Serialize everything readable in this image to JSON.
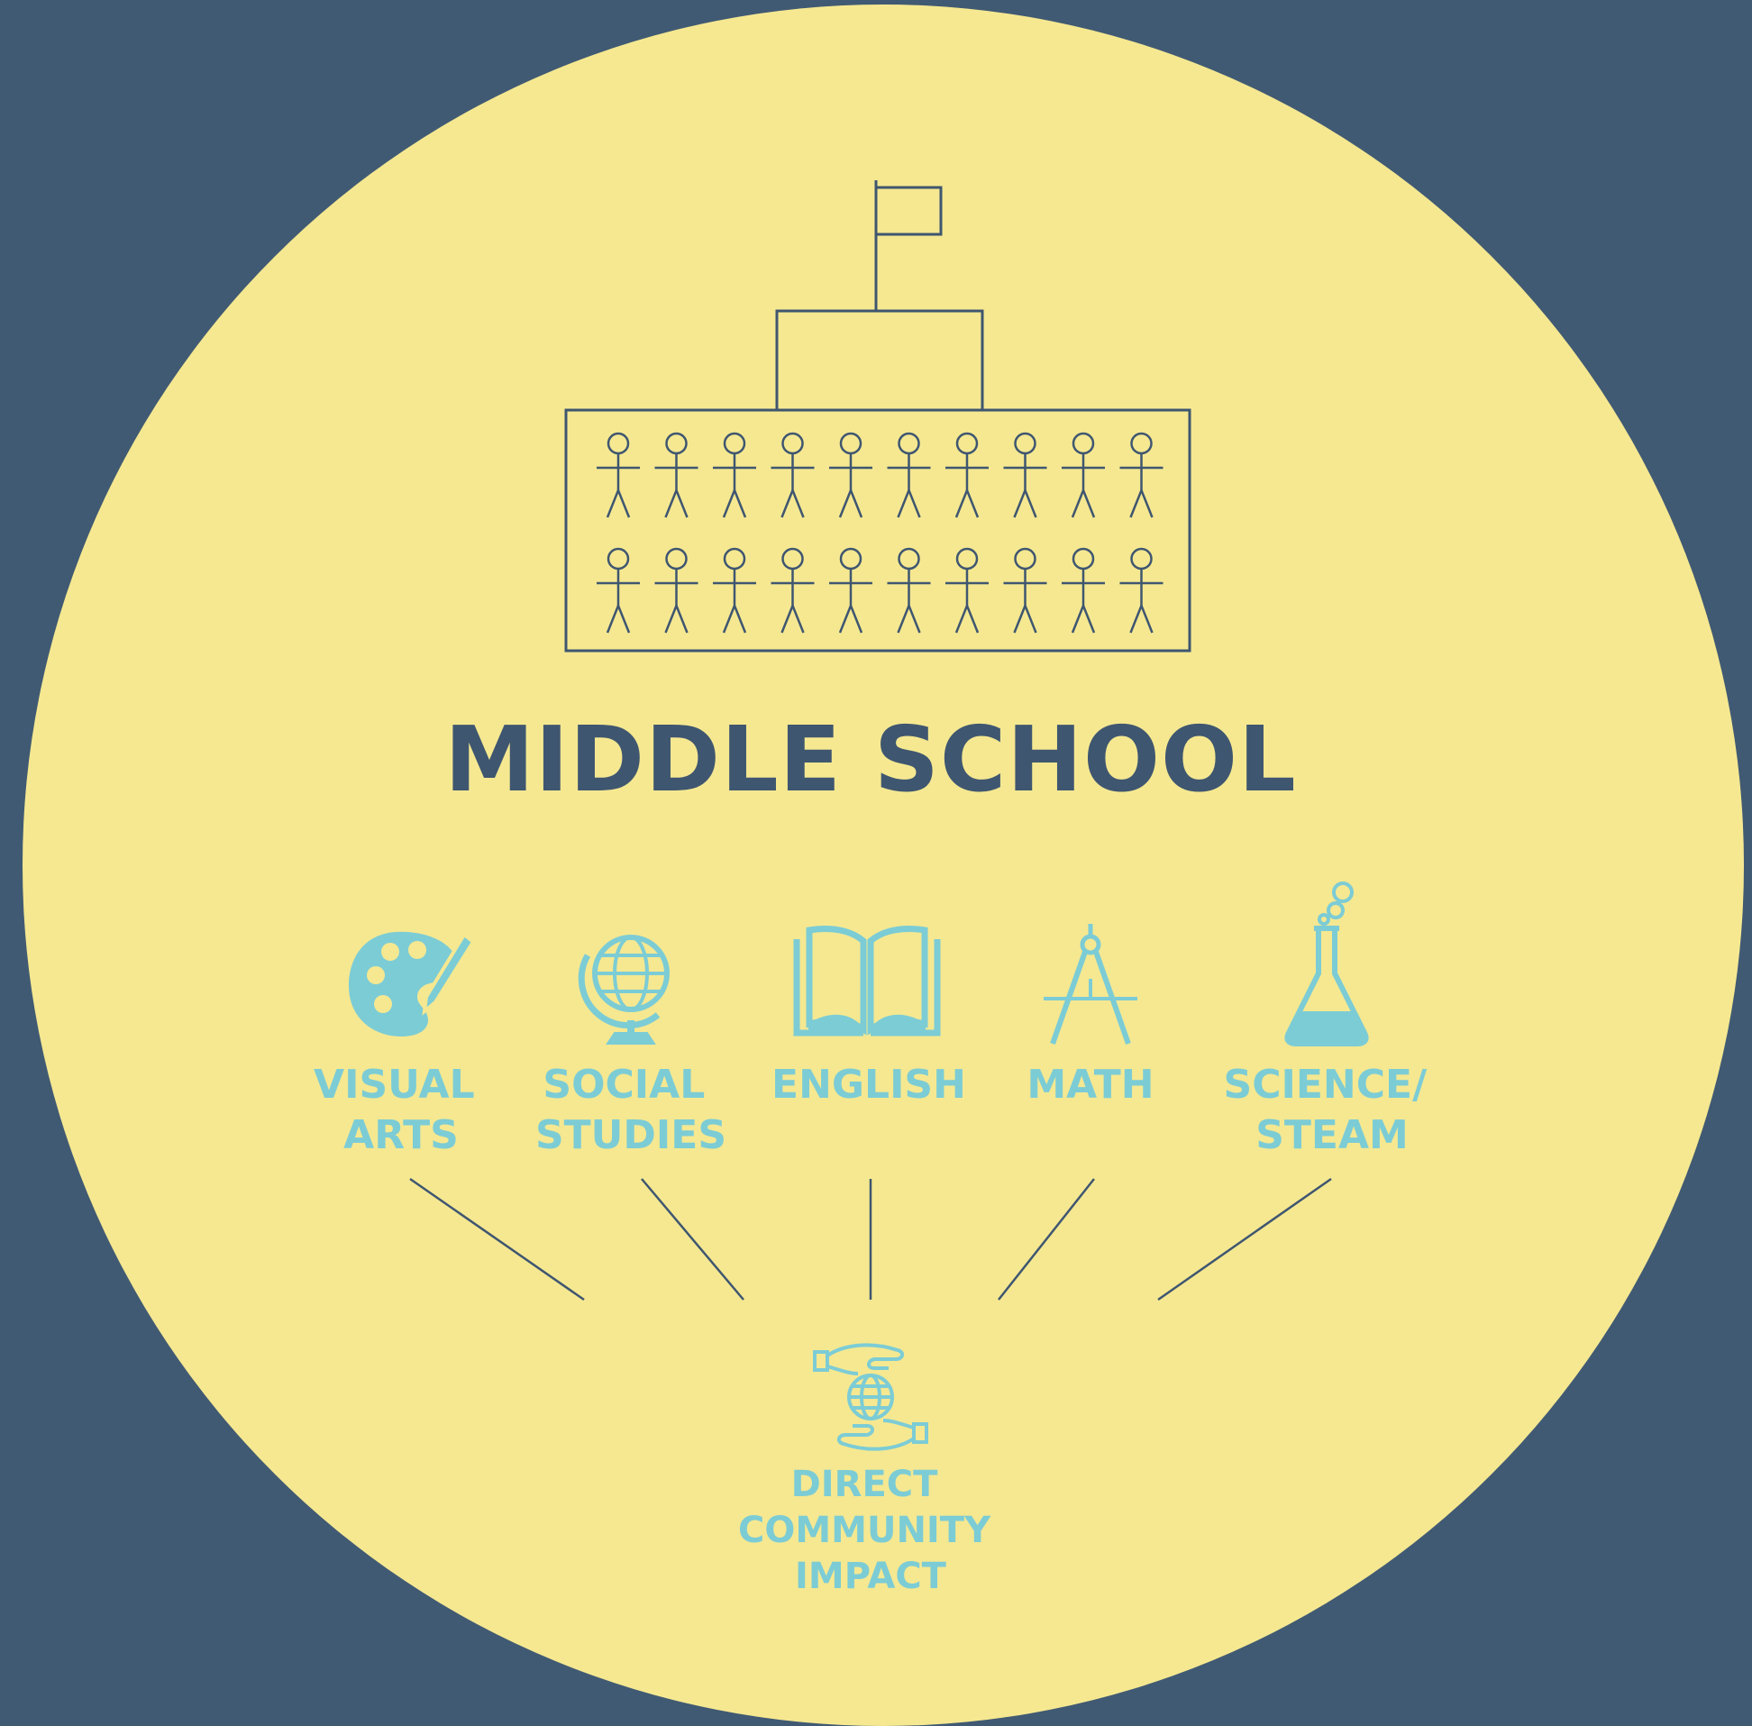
{
  "title": "MIDDLE SCHOOL",
  "subjects": [
    {
      "icon": "palette-icon",
      "lines": [
        "VISUAL",
        "ARTS"
      ]
    },
    {
      "icon": "globe-icon",
      "lines": [
        "SOCIAL",
        "STUDIES"
      ]
    },
    {
      "icon": "book-icon",
      "lines": [
        "ENGLISH"
      ]
    },
    {
      "icon": "compass-icon",
      "lines": [
        "MATH"
      ]
    },
    {
      "icon": "flask-icon",
      "lines": [
        "SCIENCE/",
        "STEAM"
      ]
    }
  ],
  "outcome": {
    "icon": "hands-globe-icon",
    "lines": [
      "DIRECT",
      "COMMUNITY",
      "IMPACT"
    ]
  },
  "colors": {
    "background": "#415a73",
    "circle": "#f5e891",
    "title": "#3f5670",
    "accent": "#7cccd5",
    "line": "#3f5670"
  }
}
